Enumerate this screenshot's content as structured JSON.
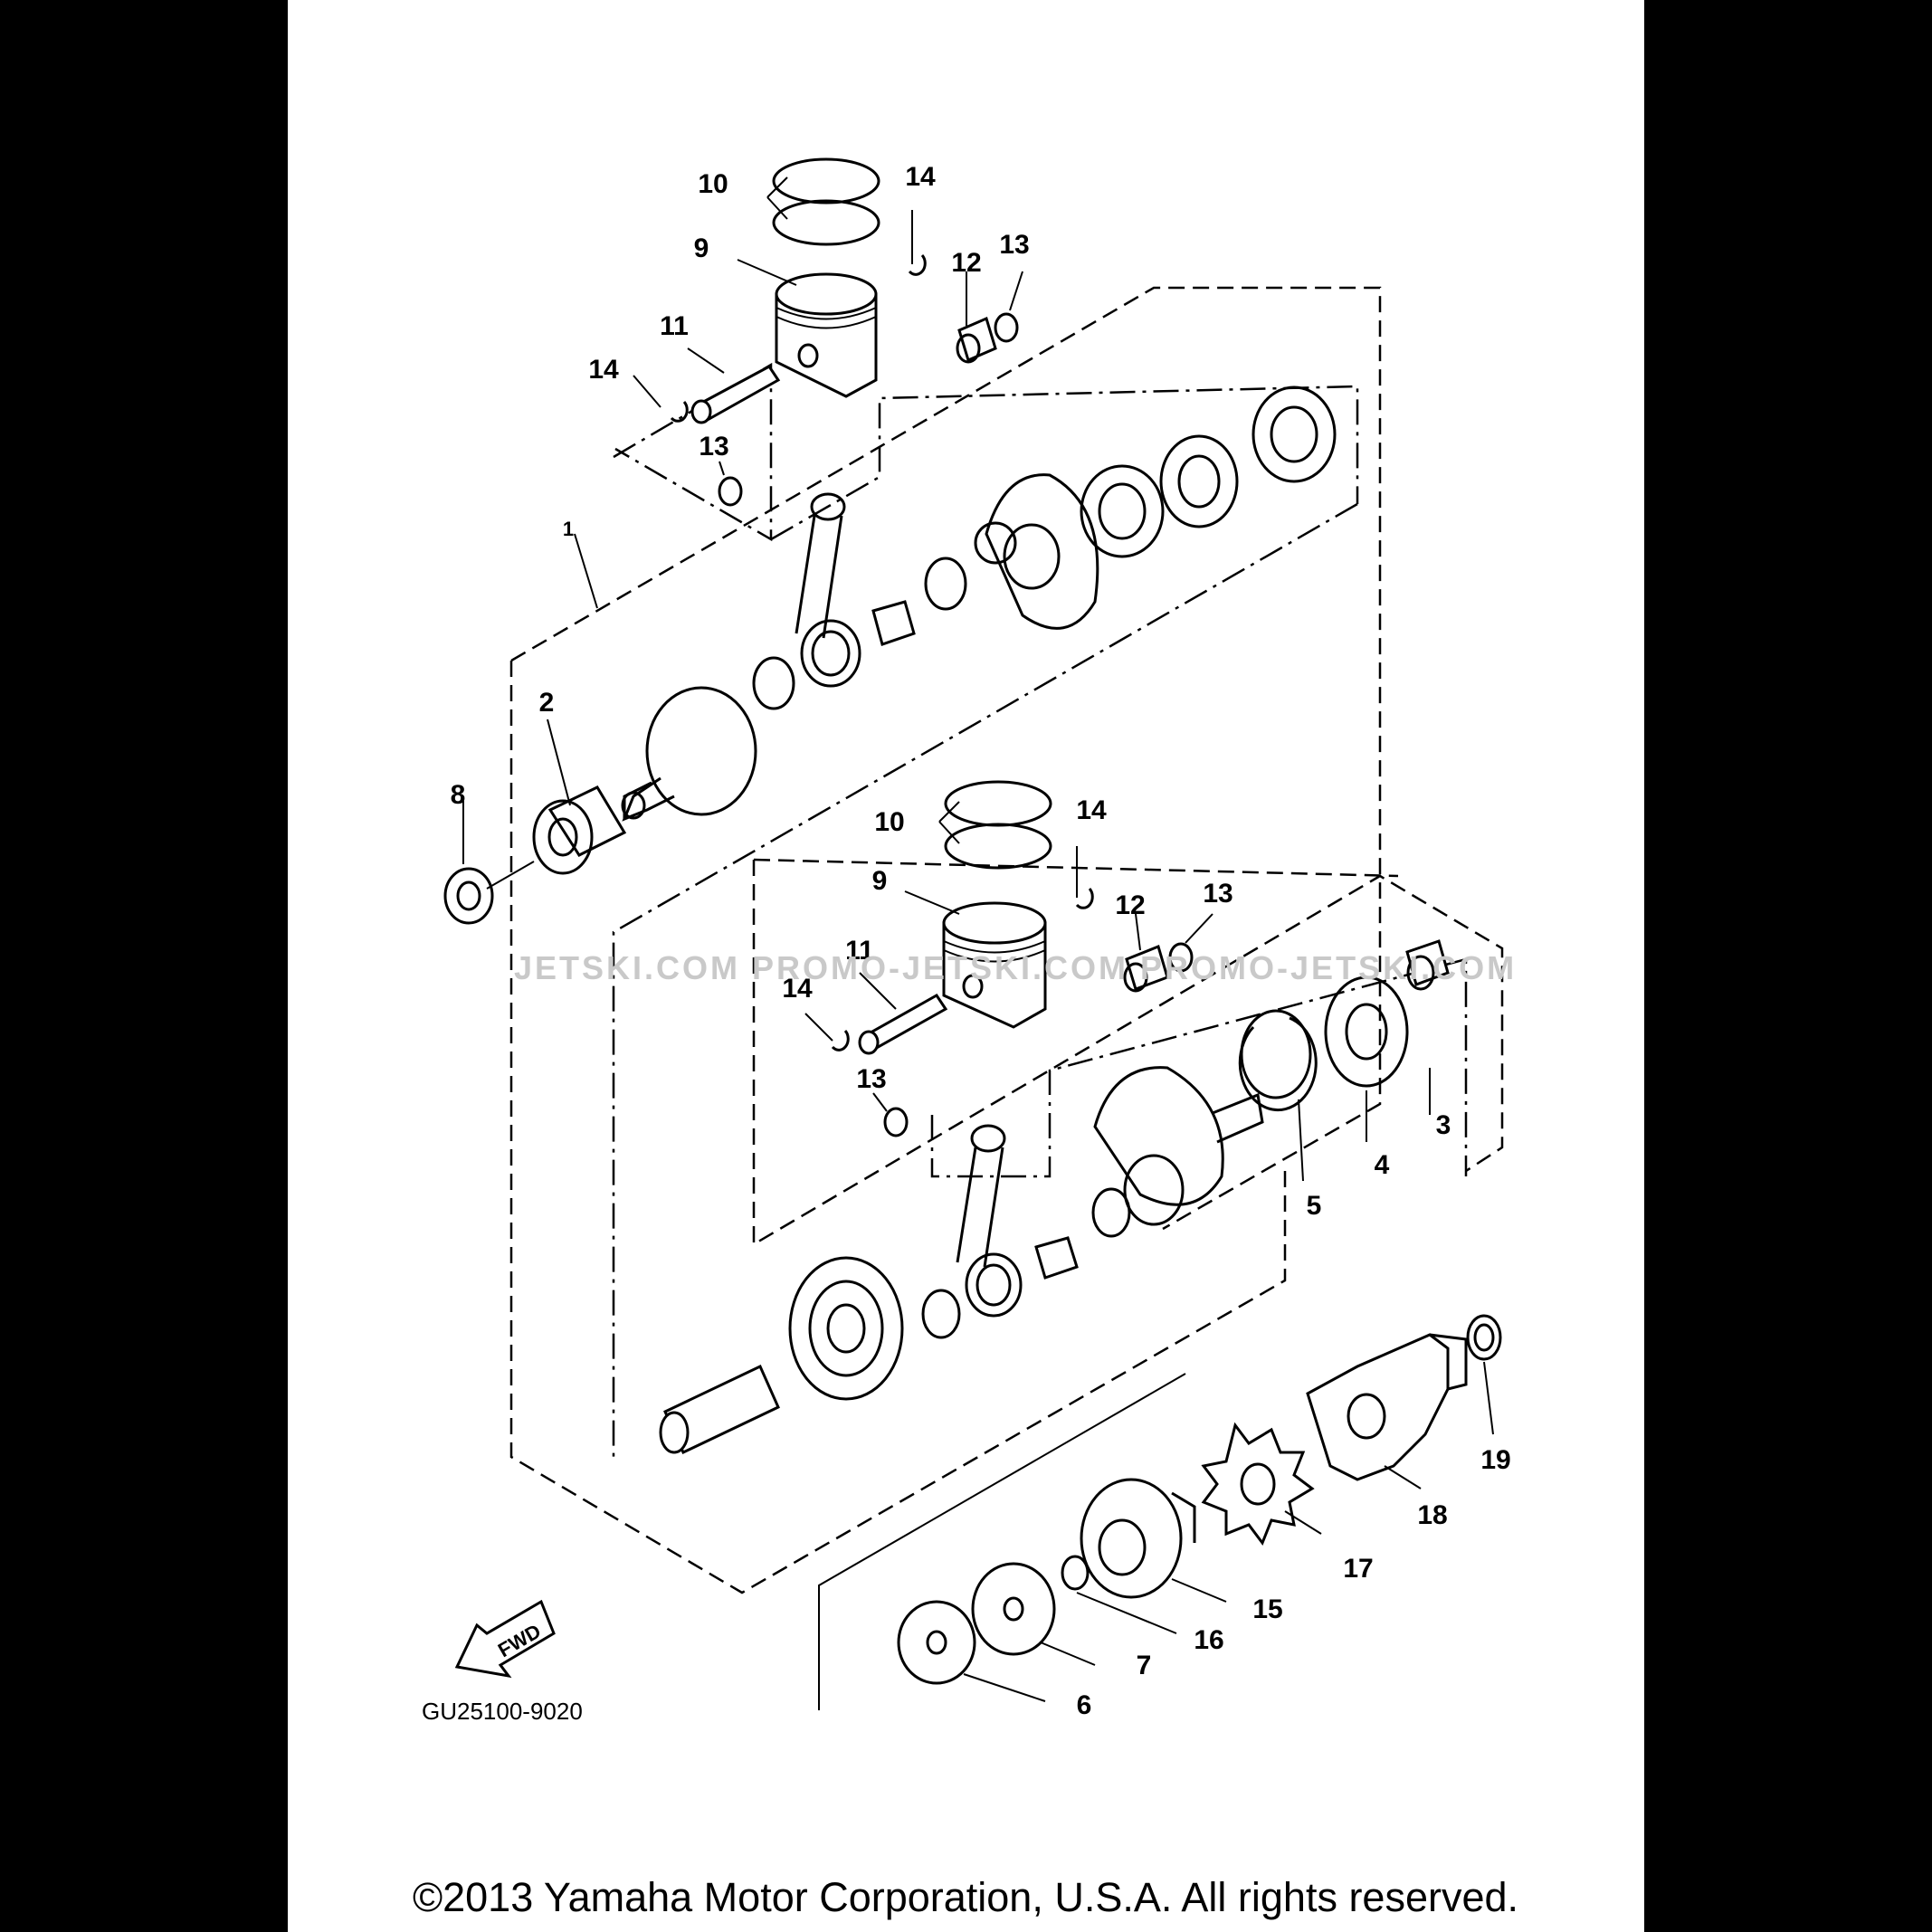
{
  "diagram": {
    "part_labels": {
      "p1": "1",
      "p2": "2",
      "p3": "3",
      "p4": "4",
      "p5": "5",
      "p6": "6",
      "p7": "7",
      "p8": "8",
      "p9": "9",
      "p10": "10",
      "p11": "11",
      "p12": "12",
      "p13": "13",
      "p14": "14",
      "p15": "15",
      "p16": "16",
      "p17": "17",
      "p18": "18",
      "p19": "19"
    },
    "fwd_label": "FWD",
    "diagram_code": "GU25100-9020",
    "watermark": "JETSKI.COM   PROMO-JETSKI.COM   PROMO-JETSKI.COM",
    "copyright": "©2013 Yamaha Motor Corporation, U.S.A. All rights reserved."
  }
}
